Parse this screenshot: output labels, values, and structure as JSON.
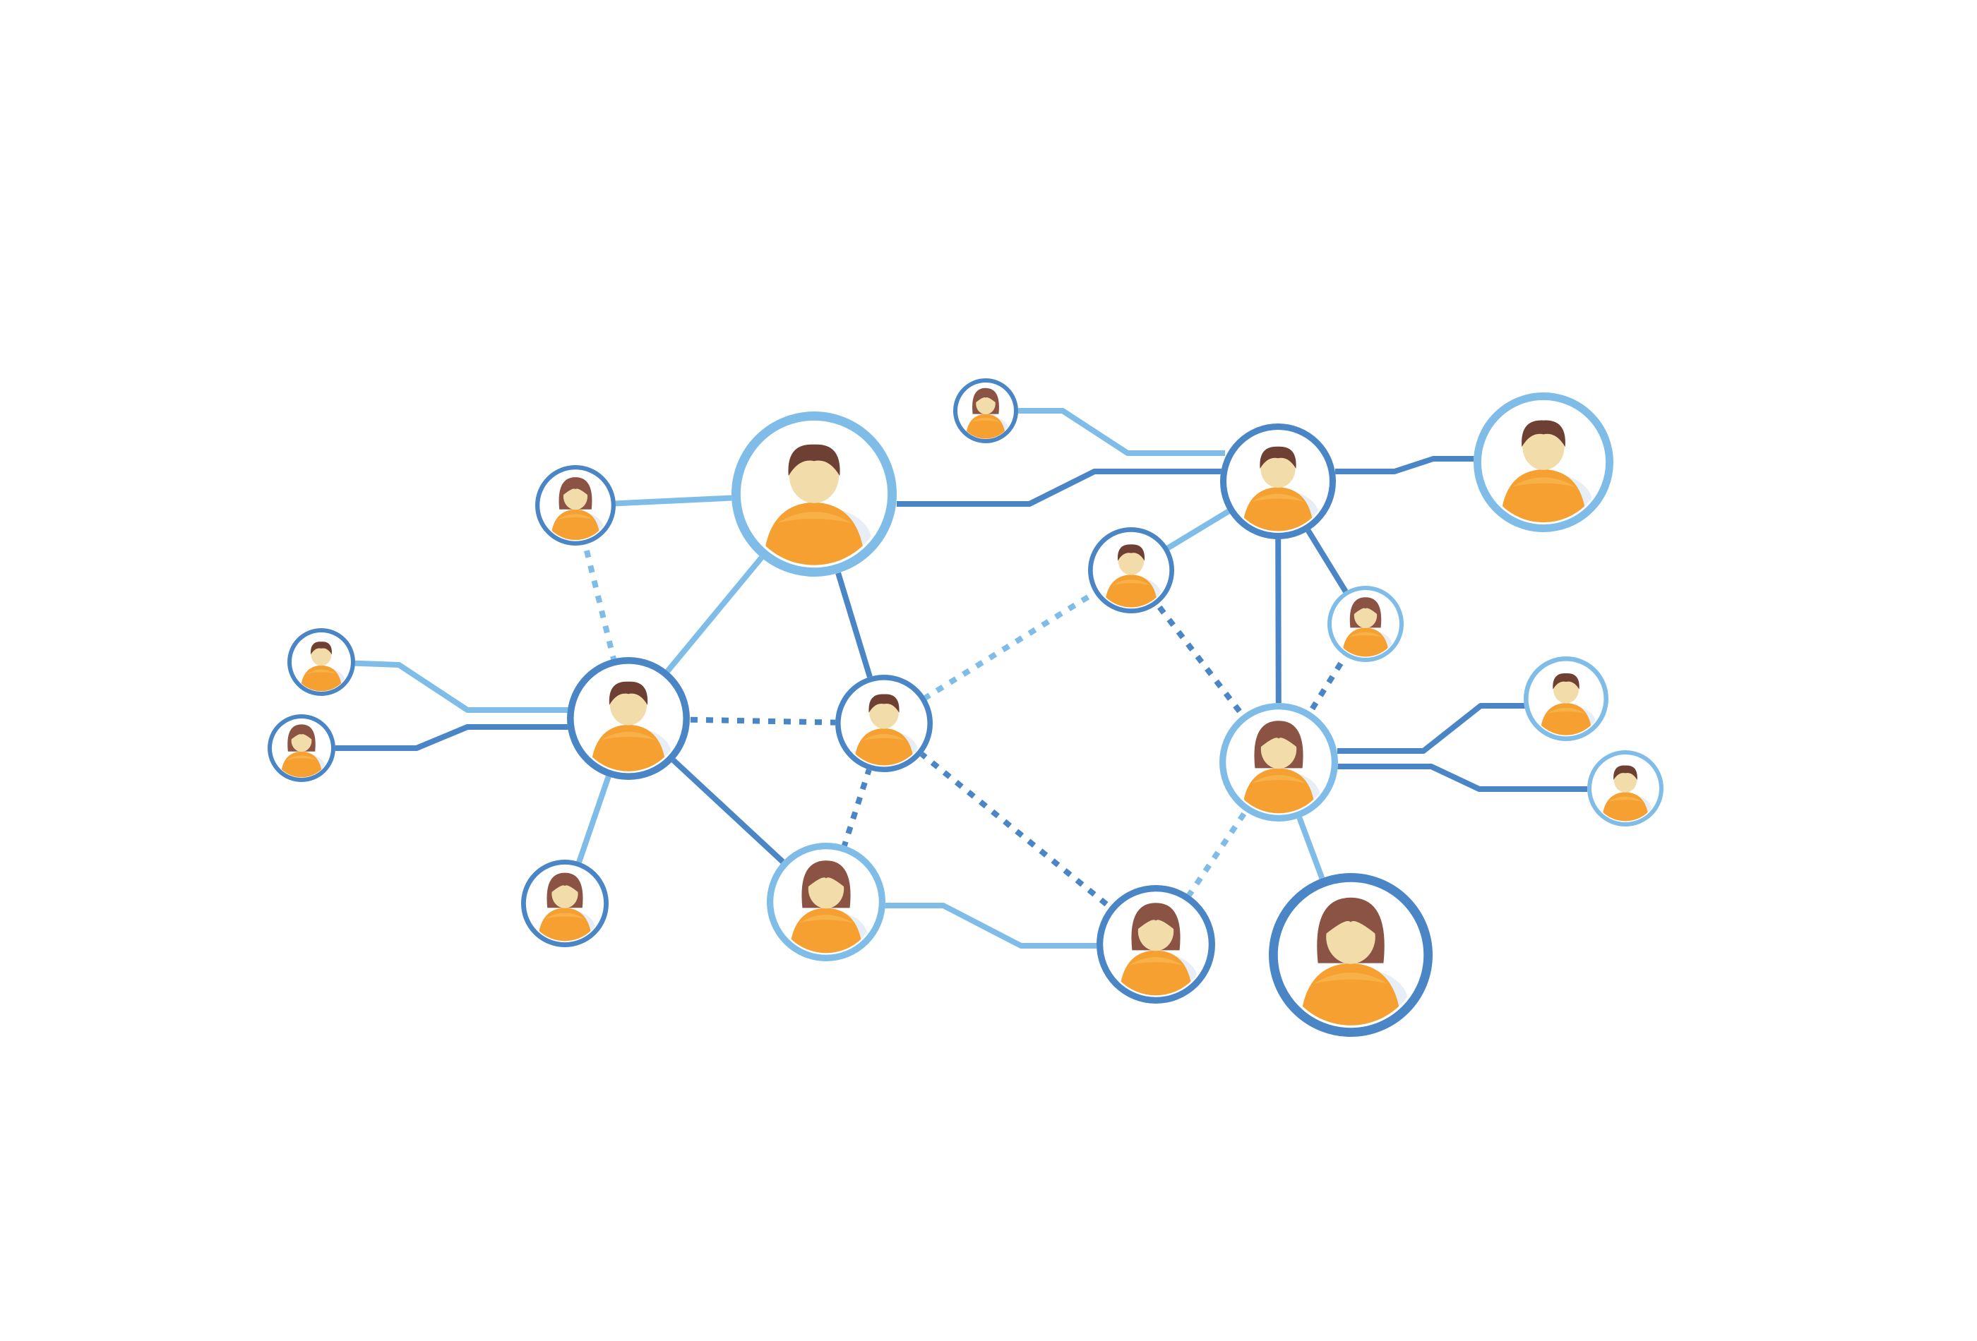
{
  "diagram": {
    "kind": "social-network",
    "colors": {
      "background": "#ffffff",
      "dark_link": "#4a86c5",
      "light_link": "#7fbde8",
      "body": "#f5a030",
      "body_light": "#f8bc55",
      "face": "#f1dcaa",
      "hair": "#6e3f33",
      "hair_long": "#8a5344",
      "shadow": "#e8eef5"
    },
    "people": [
      {
        "id": "p1",
        "tone": "dark",
        "hair": "long"
      },
      {
        "id": "p2",
        "tone": "light",
        "hair": "short"
      },
      {
        "id": "p3",
        "tone": "dark",
        "hair": "short"
      },
      {
        "id": "p4",
        "tone": "dark",
        "hair": "long"
      },
      {
        "id": "p5",
        "tone": "dark",
        "hair": "short"
      },
      {
        "id": "p6",
        "tone": "dark",
        "hair": "long"
      },
      {
        "id": "p7",
        "tone": "dark",
        "hair": "short"
      },
      {
        "id": "p8",
        "tone": "light",
        "hair": "long"
      },
      {
        "id": "p9",
        "tone": "dark",
        "hair": "long"
      },
      {
        "id": "p10",
        "tone": "dark",
        "hair": "short"
      },
      {
        "id": "p11",
        "tone": "dark",
        "hair": "long"
      },
      {
        "id": "p12",
        "tone": "dark",
        "hair": "short"
      },
      {
        "id": "p13",
        "tone": "light",
        "hair": "long"
      },
      {
        "id": "p14",
        "tone": "light",
        "hair": "short"
      },
      {
        "id": "p15",
        "tone": "light",
        "hair": "long"
      },
      {
        "id": "p16",
        "tone": "dark",
        "hair": "long"
      },
      {
        "id": "p17",
        "tone": "light",
        "hair": "short"
      },
      {
        "id": "p18",
        "tone": "light",
        "hair": "short"
      }
    ],
    "links": [
      {
        "from": "p1",
        "to": "p2",
        "style": "solid",
        "tone": "light"
      },
      {
        "from": "p1",
        "to": "p5",
        "style": "dotted",
        "tone": "light"
      },
      {
        "from": "p2",
        "to": "p5",
        "style": "solid",
        "tone": "light"
      },
      {
        "from": "p2",
        "to": "p7",
        "style": "solid",
        "tone": "dark"
      },
      {
        "from": "p2",
        "to": "p10",
        "style": "solid",
        "tone": "dark"
      },
      {
        "from": "p3",
        "to": "p5",
        "style": "solid",
        "tone": "light"
      },
      {
        "from": "p4",
        "to": "p5",
        "style": "solid",
        "tone": "dark"
      },
      {
        "from": "p5",
        "to": "p7",
        "style": "dotted",
        "tone": "dark"
      },
      {
        "from": "p5",
        "to": "p6",
        "style": "solid",
        "tone": "light"
      },
      {
        "from": "p5",
        "to": "p8",
        "style": "solid",
        "tone": "dark"
      },
      {
        "from": "p7",
        "to": "p8",
        "style": "dotted",
        "tone": "dark"
      },
      {
        "from": "p7",
        "to": "p12",
        "style": "dotted",
        "tone": "light"
      },
      {
        "from": "p7",
        "to": "p9",
        "style": "dotted",
        "tone": "dark"
      },
      {
        "from": "p8",
        "to": "p9",
        "style": "solid",
        "tone": "light"
      },
      {
        "from": "p11",
        "to": "p10",
        "style": "solid",
        "tone": "light"
      },
      {
        "from": "p12",
        "to": "p10",
        "style": "solid",
        "tone": "light"
      },
      {
        "from": "p12",
        "to": "p13",
        "style": "dotted",
        "tone": "dark"
      },
      {
        "from": "p10",
        "to": "p14",
        "style": "solid",
        "tone": "dark"
      },
      {
        "from": "p10",
        "to": "p15",
        "style": "solid",
        "tone": "dark"
      },
      {
        "from": "p10",
        "to": "p13",
        "style": "solid",
        "tone": "dark"
      },
      {
        "from": "p15",
        "to": "p13",
        "style": "dotted",
        "tone": "dark"
      },
      {
        "from": "p13",
        "to": "p9",
        "style": "dotted",
        "tone": "light"
      },
      {
        "from": "p13",
        "to": "p16",
        "style": "solid",
        "tone": "light"
      },
      {
        "from": "p13",
        "to": "p17",
        "style": "solid",
        "tone": "dark"
      },
      {
        "from": "p13",
        "to": "p18",
        "style": "solid",
        "tone": "dark"
      }
    ]
  }
}
